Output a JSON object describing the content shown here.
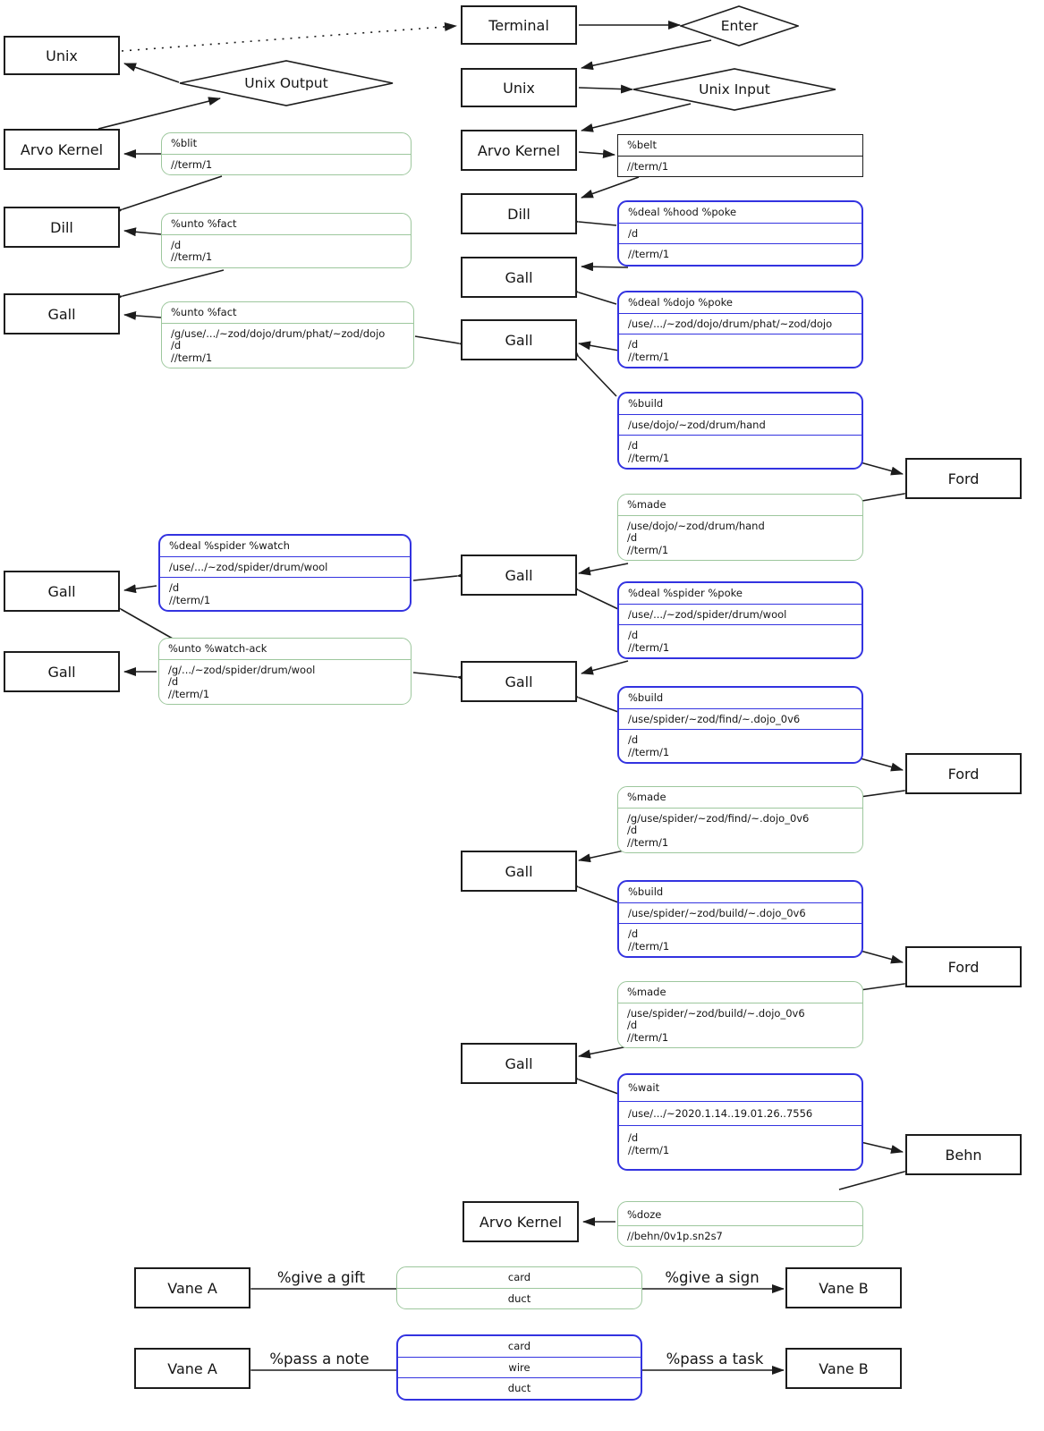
{
  "colors": {
    "card_green": "#9dc79d",
    "card_blue": "#3333e0",
    "line_black": "#1c1c1c"
  },
  "nodes": {
    "unix_left": "Unix",
    "terminal": "Terminal",
    "unix_right": "Unix",
    "arvo_left": "Arvo Kernel",
    "arvo_right": "Arvo Kernel",
    "dill_left": "Dill",
    "dill_right": "Dill",
    "gall_left_out": "Gall",
    "gall_right_1": "Gall",
    "gall_right_2": "Gall",
    "ford_1": "Ford",
    "gall_right_3": "Gall",
    "gall_left_a": "Gall",
    "gall_left_b": "Gall",
    "gall_right_4": "Gall",
    "ford_2": "Ford",
    "gall_right_5": "Gall",
    "ford_3": "Ford",
    "gall_right_6": "Gall",
    "behn": "Behn",
    "arvo_bottom": "Arvo Kernel",
    "vane_a1": "Vane A",
    "vane_b1": "Vane B",
    "vane_a2": "Vane A",
    "vane_b2": "Vane B"
  },
  "diamonds": {
    "unix_output": "Unix Output",
    "enter": "Enter",
    "unix_input": "Unix Input"
  },
  "cards": {
    "blit": {
      "rows": [
        "%blit",
        "//term/1"
      ]
    },
    "unto_fact_1": {
      "rows": [
        "%unto %fact",
        "/d\n //term/1"
      ]
    },
    "unto_fact_2": {
      "rows": [
        "%unto %fact",
        "/g/use/.../~zod/dojo/drum/phat/~zod/dojo\n /d\n //term/1"
      ]
    },
    "belt": {
      "rows": [
        "%belt",
        "//term/1"
      ]
    },
    "deal_hood": {
      "rows": [
        "%deal %hood %poke",
        "/d",
        "//term/1"
      ]
    },
    "deal_dojo": {
      "rows": [
        "%deal %dojo %poke",
        "/use/.../~zod/dojo/drum/phat/~zod/dojo",
        "/d\n //term/1"
      ]
    },
    "build_hand": {
      "rows": [
        "%build",
        "/use/dojo/~zod/drum/hand",
        "/d\n //term/1"
      ]
    },
    "made_hand": {
      "rows": [
        "%made",
        "/use/dojo/~zod/drum/hand\n /d\n //term/1"
      ]
    },
    "spider_watch": {
      "rows": [
        "%deal %spider %watch",
        "/use/.../~zod/spider/drum/wool",
        "/d\n //term/1"
      ]
    },
    "watch_ack": {
      "rows": [
        "%unto %watch-ack",
        "/g/.../~zod/spider/drum/wool\n /d\n //term/1"
      ]
    },
    "spider_poke": {
      "rows": [
        "%deal %spider %poke",
        "/use/.../~zod/spider/drum/wool",
        "/d\n //term/1"
      ]
    },
    "build_find": {
      "rows": [
        "%build",
        "/use/spider/~zod/find/~.dojo_0v6",
        "/d\n //term/1"
      ]
    },
    "made_find": {
      "rows": [
        "%made",
        "/g/use/spider/~zod/find/~.dojo_0v6\n /d\n //term/1"
      ]
    },
    "build_build": {
      "rows": [
        "%build",
        "/use/spider/~zod/build/~.dojo_0v6",
        "/d\n //term/1"
      ]
    },
    "made_build": {
      "rows": [
        "%made",
        "/use/spider/~zod/build/~.dojo_0v6\n /d\n //term/1"
      ]
    },
    "wait": {
      "rows": [
        "%wait",
        "/use/.../~2020.1.14..19.01.26..7556",
        "/d\n //term/1"
      ]
    },
    "doze": {
      "rows": [
        "%doze",
        "//behn/0v1p.sn2s7"
      ]
    },
    "gift_card": {
      "rows": [
        "card",
        "duct"
      ]
    },
    "note_card": {
      "rows": [
        "card",
        "wire",
        "duct"
      ]
    }
  },
  "legend_labels": {
    "give_gift": "%give a gift",
    "give_sign": "%give a sign",
    "pass_note": "%pass a note",
    "pass_task": "%pass a task"
  }
}
